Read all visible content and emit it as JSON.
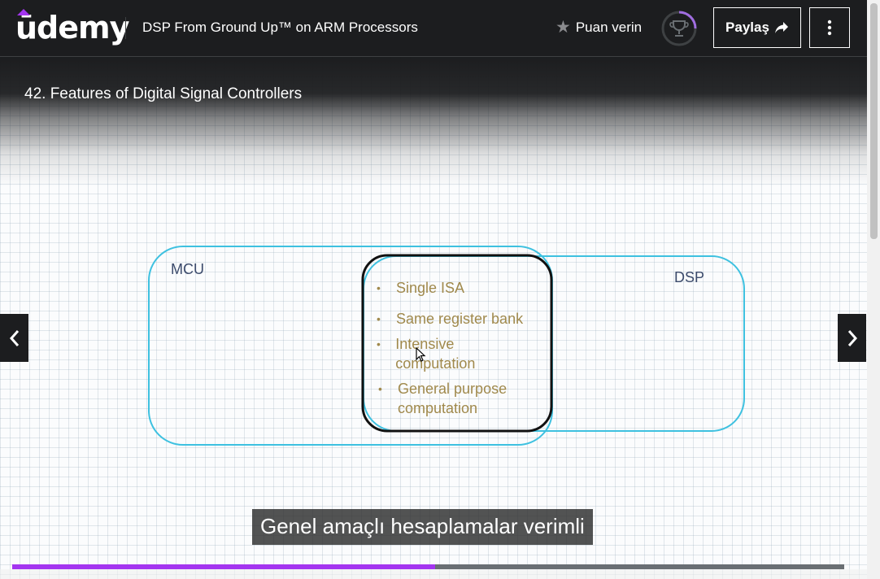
{
  "header": {
    "brand": "ūdemy",
    "course_title": "DSP From Ground Up™ on ARM Processors",
    "rate_label": "Puan verin",
    "share_label": "Paylaş",
    "progress_fraction": 0.25
  },
  "lecture": {
    "title": "42. Features of Digital Signal Controllers"
  },
  "slide": {
    "mcu_label": "MCU",
    "dsp_label": "DSP",
    "bullets": [
      "Single ISA",
      "Same register bank",
      "Intensive computation",
      "General purpose computation"
    ]
  },
  "player": {
    "caption": "Genel amaçlı hesaplamalar verimli",
    "seek_fraction": 0.508
  },
  "icons": {
    "rate": "star-icon",
    "progress": "trophy-icon",
    "share": "share-arrow-icon",
    "more": "kebab-menu-icon",
    "prev": "chevron-left-icon",
    "next": "chevron-right-icon"
  },
  "colors": {
    "accent": "#a435f0",
    "header_bg": "#1c1d1f",
    "venn_outline": "#3ec1e0",
    "bullet_text": "#a0894c"
  }
}
